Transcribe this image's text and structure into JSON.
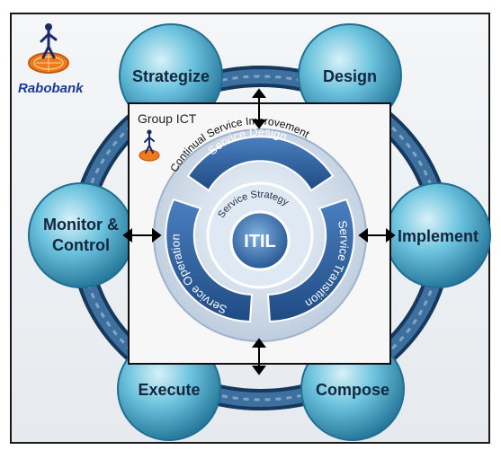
{
  "brand": {
    "name": "Rabobank"
  },
  "group": {
    "title": "Group ICT"
  },
  "cycle": {
    "nodes": {
      "strategize": "Strategize",
      "design": "Design",
      "implement": "Implement",
      "compose": "Compose",
      "execute": "Execute",
      "monitor_line1": "Monitor &",
      "monitor_line2": "Control"
    }
  },
  "itil": {
    "outer_ring": "Continual Service Improvement",
    "segments": {
      "design": "Service Design",
      "transition": "Service Transition",
      "operation": "Service Operation"
    },
    "strategy": "Service Strategy",
    "core": "ITIL"
  },
  "colors": {
    "node_fill": "#5fb8d4",
    "node_dark": "#1f6f93",
    "ring_dark": "#1d3b63",
    "segment": "#2f5e9a",
    "logo_orange": "#f07a1a",
    "brand_blue": "#1b3b9a"
  }
}
